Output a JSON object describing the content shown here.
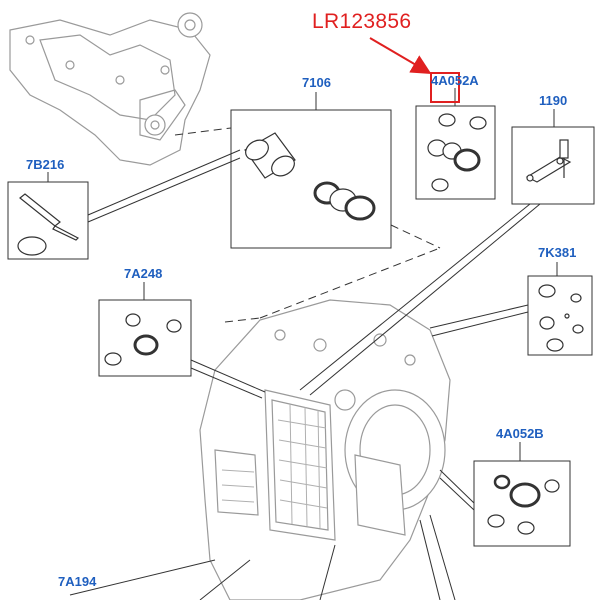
{
  "callout": {
    "part_number": "LR123856",
    "color": "#e02020"
  },
  "labels": {
    "transfer": "7106",
    "seal_kit_a": "4A052A",
    "bracket": "1190",
    "applicator": "7B216",
    "kit_7k381": "7K381",
    "kit_7a248": "7A248",
    "seal_kit_b": "4A052B",
    "cooler": "7A194"
  },
  "colors": {
    "label": "#1f5fbf",
    "line": "#333333",
    "drawing": "#9a9a9a"
  }
}
